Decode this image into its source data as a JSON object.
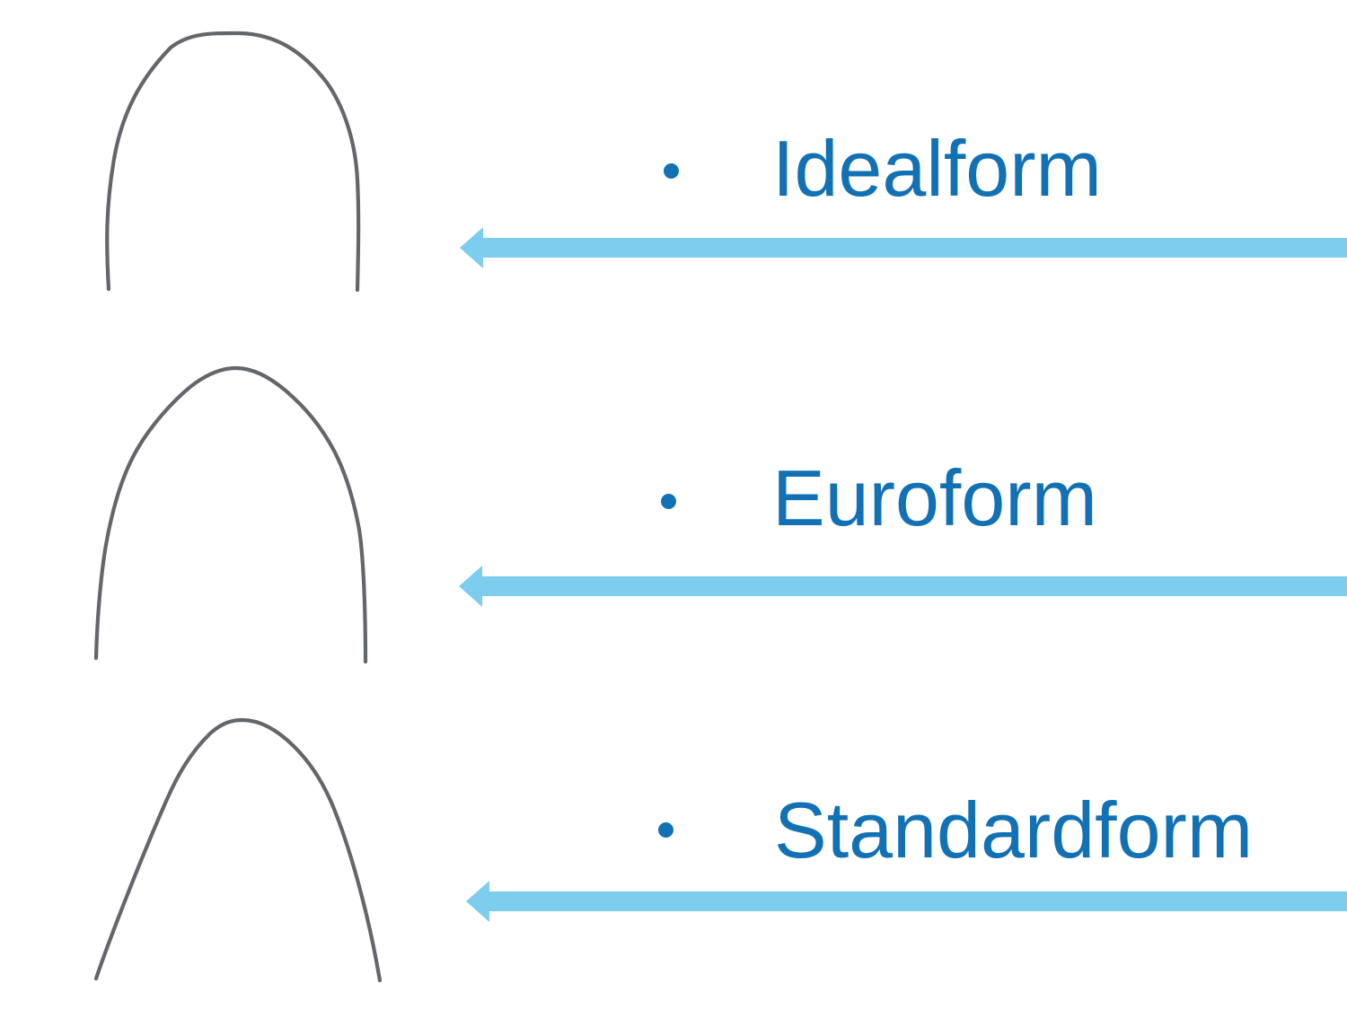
{
  "slide": {
    "colors": {
      "background": "#ffffff",
      "label_text": "#1271b4",
      "bullet": "#1271b4",
      "arrow": "#7dcdef",
      "wire": "#63666a"
    },
    "items": [
      {
        "label": "Idealform",
        "illustration": "ideal-archwire"
      },
      {
        "label": "Euroform",
        "illustration": "euro-archwire"
      },
      {
        "label": "Standardform",
        "illustration": "standard-archwire"
      }
    ]
  }
}
